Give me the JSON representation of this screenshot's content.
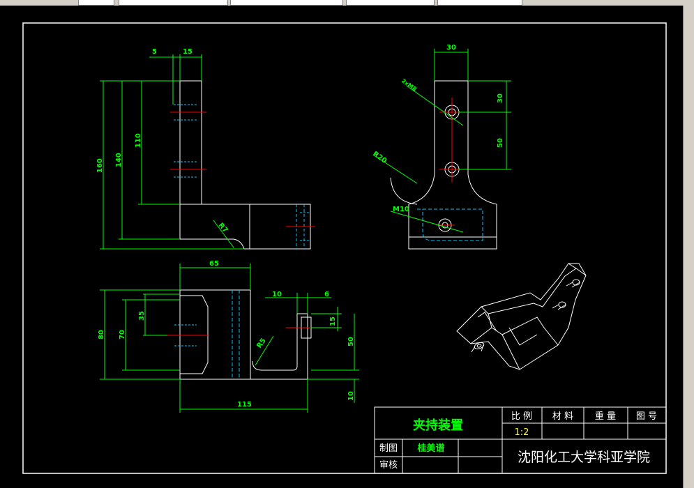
{
  "colors": {
    "background": "#000000",
    "outline": "#ffffff",
    "dimension": "#00ff00",
    "hidden_line": "#00c8ff",
    "center_line": "#ff0000"
  },
  "toolbar": {
    "fields": [
      "",
      "",
      "",
      "",
      ""
    ]
  },
  "dimensions": {
    "front_top_5": "5",
    "front_top_15": "15",
    "front_160": "160",
    "front_140": "140",
    "front_110": "110",
    "front_r7": "R7",
    "side_30_top": "30",
    "side_holes": "2xM8",
    "side_r20": "R20",
    "side_30_right": "30",
    "side_50_right": "50",
    "side_m10": "M10",
    "top_65": "65",
    "top_80": "80",
    "top_70": "70",
    "top_35": "35",
    "top_10": "10",
    "top_6": "6",
    "top_15": "15",
    "top_50": "50",
    "top_10_bottom": "10",
    "top_r5": "R5",
    "top_115": "115"
  },
  "title_block": {
    "part_name": "夹持装置",
    "scale_label": "比 例",
    "material_label": "材 料",
    "weight_label": "重 量",
    "drawing_no_label": "图 号",
    "scale_value": "1:2",
    "drawn_by_label": "制图",
    "drawn_by_name": "桂美谱",
    "checked_by_label": "审核",
    "institution": "沈阳化工大学科亚学院"
  }
}
